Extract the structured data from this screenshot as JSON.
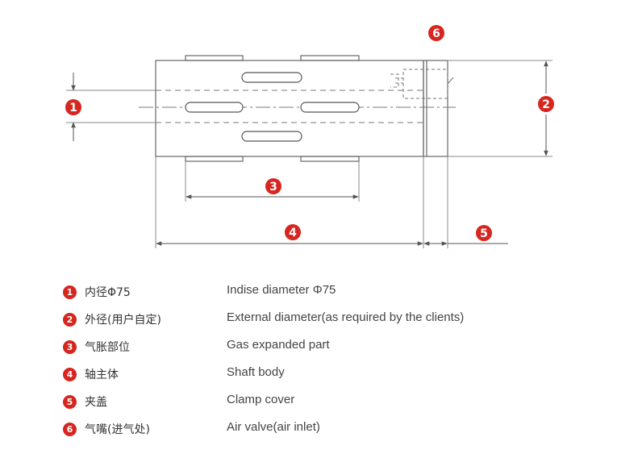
{
  "callouts": [
    "1",
    "2",
    "3",
    "4",
    "5",
    "6"
  ],
  "legend": [
    {
      "num": "1",
      "cn": "内径Φ75",
      "en": "Indise diameter Φ75"
    },
    {
      "num": "2",
      "cn": "外径(用户自定)",
      "en": "External diameter(as required by the clients)"
    },
    {
      "num": "3",
      "cn": "气胀部位",
      "en": "Gas expanded part"
    },
    {
      "num": "4",
      "cn": "轴主体",
      "en": "Shaft body"
    },
    {
      "num": "5",
      "cn": "夹盖",
      "en": "Clamp cover"
    },
    {
      "num": "6",
      "cn": "气嘴(进气处)",
      "en": "Air valve(air inlet)"
    }
  ],
  "colors": {
    "accent": "#d6261f",
    "line": "#666666",
    "text": "#444444"
  }
}
